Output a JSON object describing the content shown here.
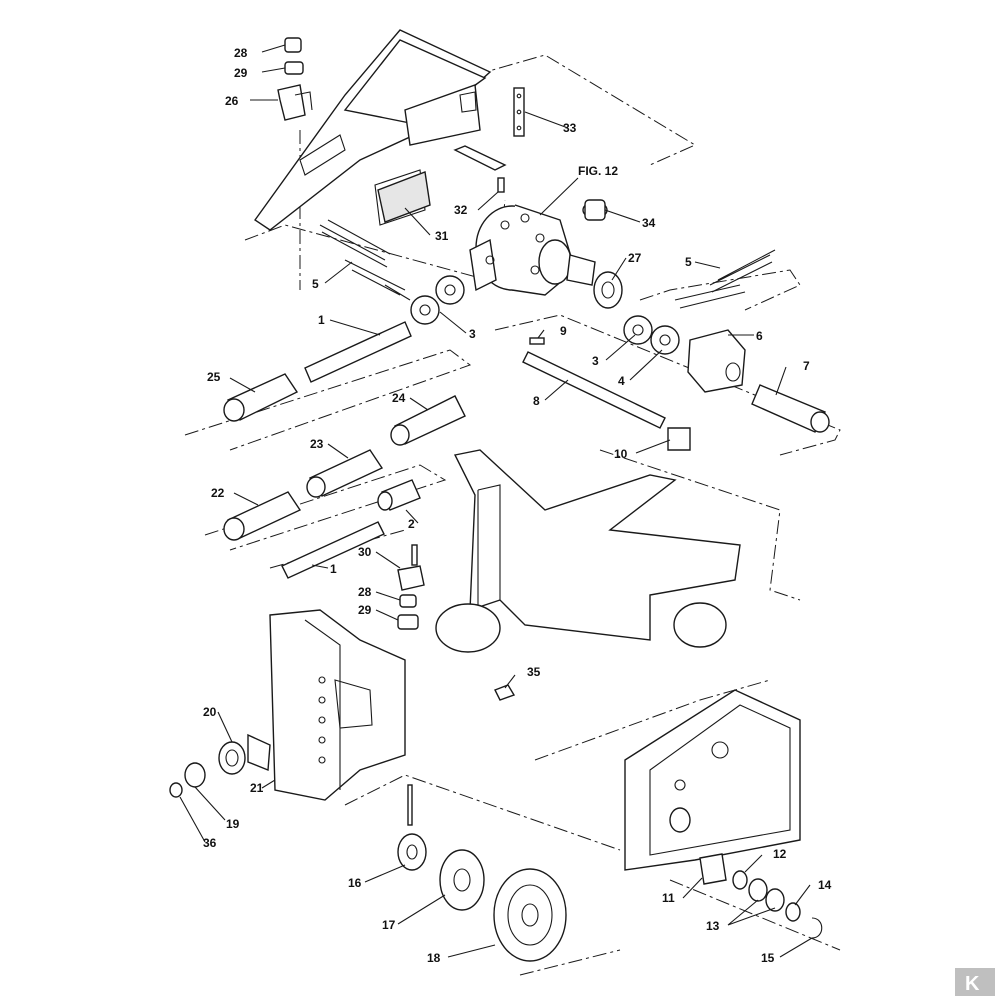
{
  "figure_ref": "FIG. 12",
  "callouts": [
    {
      "id": "c28a",
      "text": "28"
    },
    {
      "id": "c29a",
      "text": "29"
    },
    {
      "id": "c26",
      "text": "26"
    },
    {
      "id": "c33",
      "text": "33"
    },
    {
      "id": "c32",
      "text": "32"
    },
    {
      "id": "c31",
      "text": "31"
    },
    {
      "id": "c34",
      "text": "34"
    },
    {
      "id": "c5a",
      "text": "5"
    },
    {
      "id": "c5b",
      "text": "5"
    },
    {
      "id": "c27",
      "text": "27"
    },
    {
      "id": "c1a",
      "text": "1"
    },
    {
      "id": "c3a",
      "text": "3"
    },
    {
      "id": "c9",
      "text": "9"
    },
    {
      "id": "c3b",
      "text": "3"
    },
    {
      "id": "c4",
      "text": "4"
    },
    {
      "id": "c6",
      "text": "6"
    },
    {
      "id": "c7",
      "text": "7"
    },
    {
      "id": "c25",
      "text": "25"
    },
    {
      "id": "c24",
      "text": "24"
    },
    {
      "id": "c8",
      "text": "8"
    },
    {
      "id": "c23",
      "text": "23"
    },
    {
      "id": "c10",
      "text": "10"
    },
    {
      "id": "c22",
      "text": "22"
    },
    {
      "id": "c2",
      "text": "2"
    },
    {
      "id": "c30",
      "text": "30"
    },
    {
      "id": "c1b",
      "text": "1"
    },
    {
      "id": "c28b",
      "text": "28"
    },
    {
      "id": "c29b",
      "text": "29"
    },
    {
      "id": "c35",
      "text": "35"
    },
    {
      "id": "c20",
      "text": "20"
    },
    {
      "id": "c21",
      "text": "21"
    },
    {
      "id": "c19",
      "text": "19"
    },
    {
      "id": "c36",
      "text": "36"
    },
    {
      "id": "c16",
      "text": "16"
    },
    {
      "id": "c17",
      "text": "17"
    },
    {
      "id": "c18",
      "text": "18"
    },
    {
      "id": "c11",
      "text": "11"
    },
    {
      "id": "c12",
      "text": "12"
    },
    {
      "id": "c13",
      "text": "13"
    },
    {
      "id": "c14",
      "text": "14"
    },
    {
      "id": "c15",
      "text": "15"
    }
  ],
  "colors": {
    "line": "#1a1a1a",
    "background": "#ffffff",
    "shade": "#e6e6e6",
    "logo": "#bfbfbf"
  },
  "logo_text": "K"
}
